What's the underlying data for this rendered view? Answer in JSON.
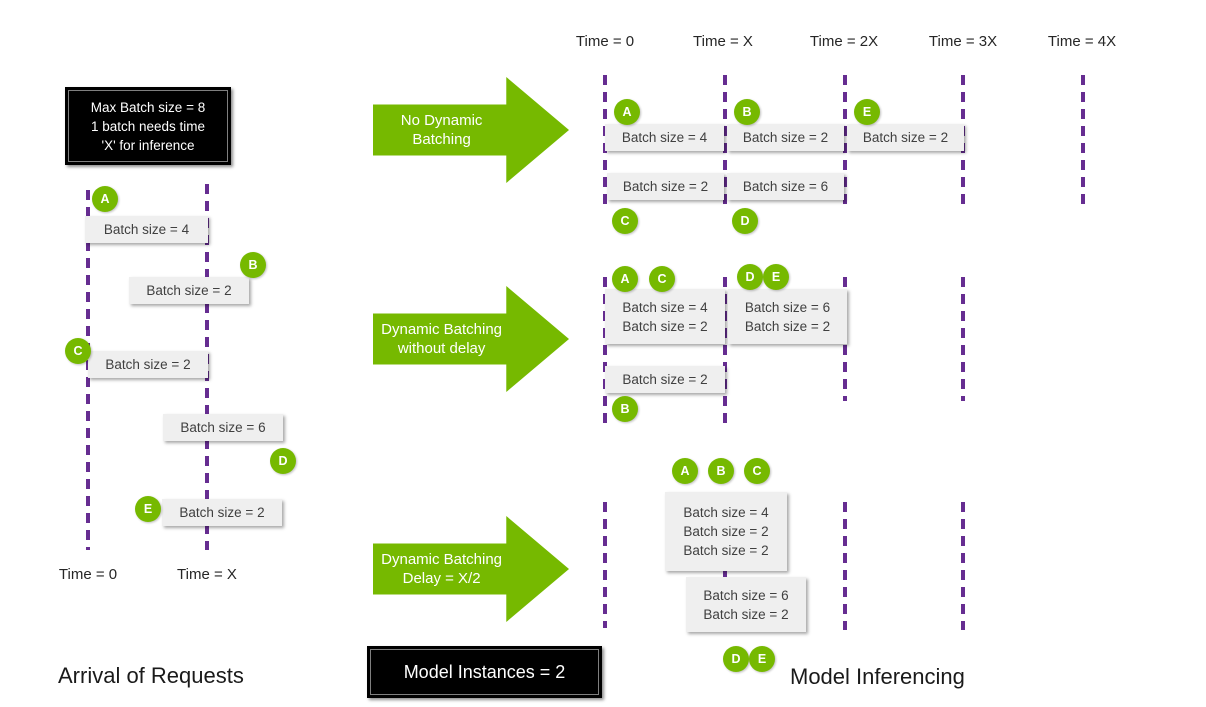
{
  "colors": {
    "green": "#76B900",
    "purple": "#662D91",
    "box_bg": "#EFEFEF",
    "black_box": "#000000"
  },
  "left": {
    "info_lines": [
      "Max Batch size = 8",
      "1 batch needs time",
      "'X' for inference"
    ],
    "times": [
      "Time = 0",
      "Time = X"
    ],
    "requests": [
      {
        "id": "A",
        "label": "Batch size = 4"
      },
      {
        "id": "B",
        "label": "Batch size = 2"
      },
      {
        "id": "C",
        "label": "Batch size = 2"
      },
      {
        "id": "D",
        "label": "Batch size = 6"
      },
      {
        "id": "E",
        "label": "Batch size = 2"
      }
    ],
    "title": "Arrival of Requests"
  },
  "arrows": [
    {
      "lines": [
        "No Dynamic",
        "Batching"
      ]
    },
    {
      "lines": [
        "Dynamic Batching",
        "without delay"
      ]
    },
    {
      "lines": [
        "Dynamic Batching",
        "Delay = X/2"
      ]
    }
  ],
  "right": {
    "times": [
      "Time = 0",
      "Time = X",
      "Time = 2X",
      "Time = 3X",
      "Time = 4X"
    ],
    "no_dynamic": {
      "row1": [
        {
          "id": "A",
          "label": "Batch size = 4"
        },
        {
          "id": "B",
          "label": "Batch size = 2"
        },
        {
          "id": "E",
          "label": "Batch size = 2"
        }
      ],
      "row2": [
        {
          "id": "C",
          "label": "Batch size = 2"
        },
        {
          "id": "D",
          "label": "Batch size = 6"
        }
      ]
    },
    "without_delay": {
      "box_ac": {
        "ids": [
          "A",
          "C"
        ],
        "lines": [
          "Batch size = 4",
          "Batch size = 2"
        ]
      },
      "box_de": {
        "ids": [
          "D",
          "E"
        ],
        "lines": [
          "Batch size = 6",
          "Batch size = 2"
        ]
      },
      "box_b": {
        "ids": [
          "B"
        ],
        "lines": [
          "Batch size = 2"
        ]
      }
    },
    "delay_x2": {
      "box_abc": {
        "ids": [
          "A",
          "B",
          "C"
        ],
        "lines": [
          "Batch size = 4",
          "Batch size = 2",
          "Batch size = 2"
        ]
      },
      "box_de": {
        "ids": [
          "D",
          "E"
        ],
        "lines": [
          "Batch size = 6",
          "Batch size = 2"
        ]
      }
    },
    "title": "Model Inferencing"
  },
  "instances_label": "Model Instances = 2"
}
